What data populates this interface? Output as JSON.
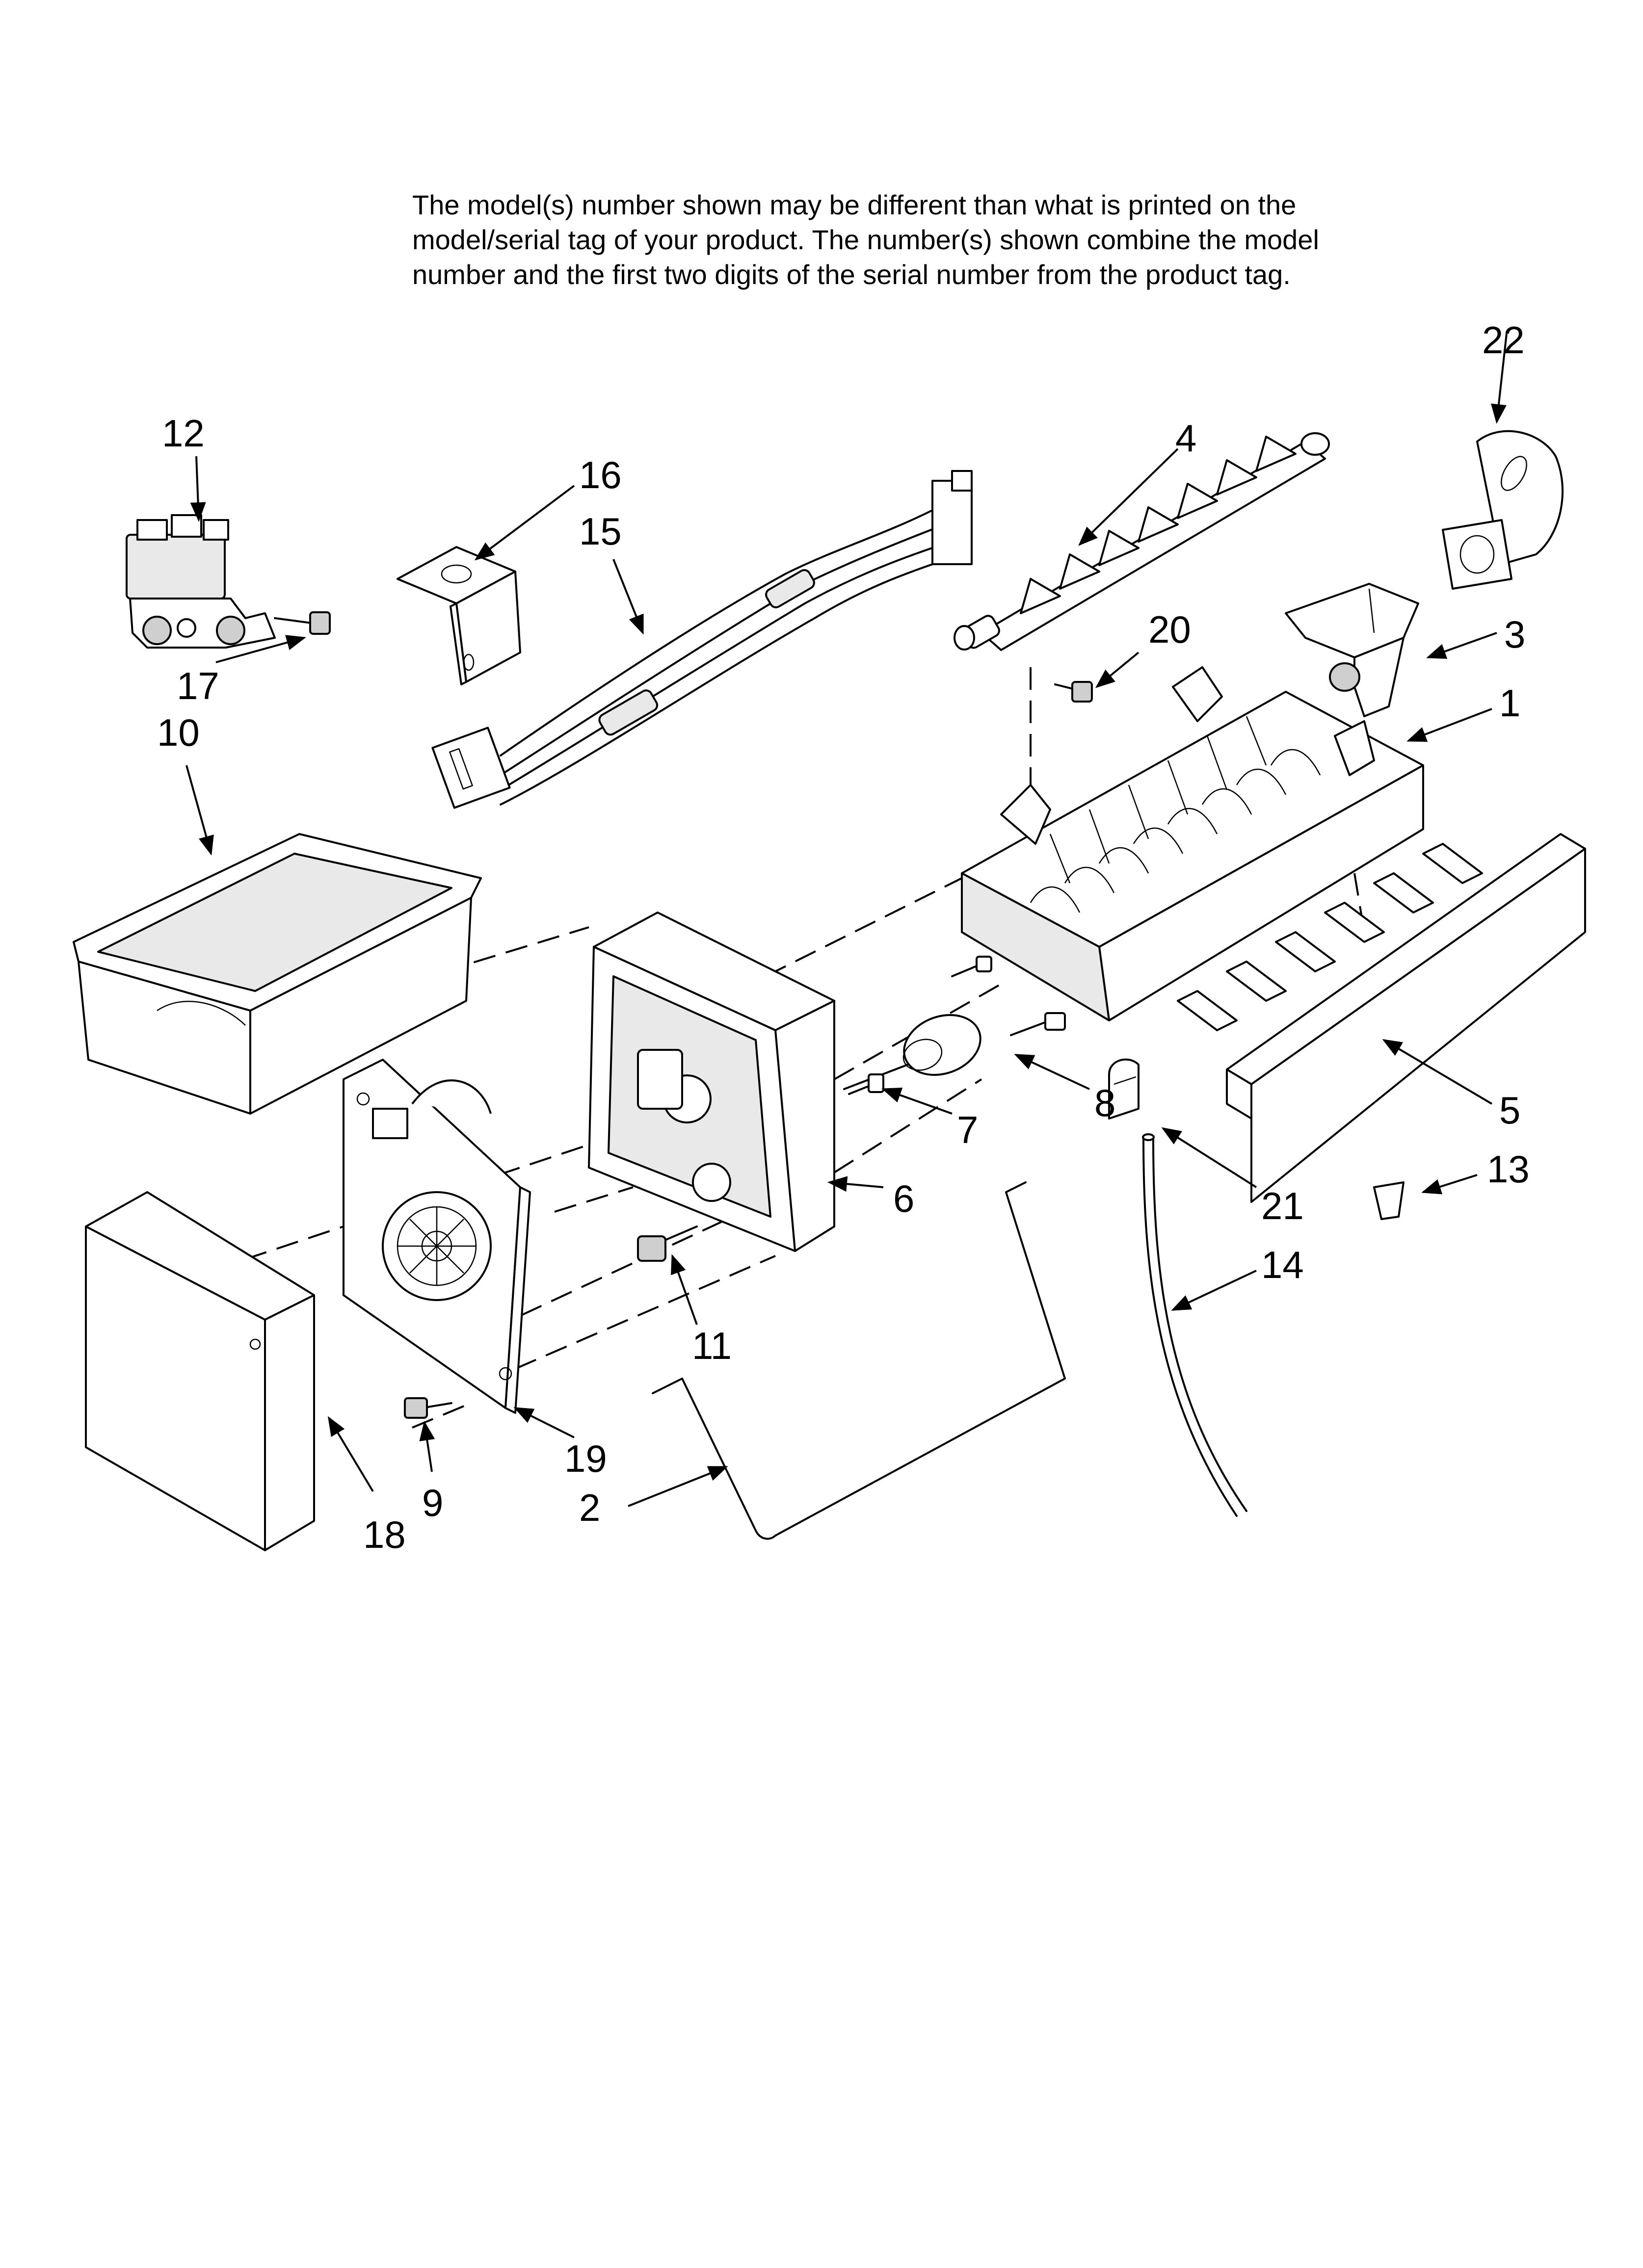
{
  "header": {
    "note_lines": [
      "The model(s) number shown may be different than what is printed on the",
      "model/serial tag of your product. The number(s) shown combine the model",
      "number and the first two digits of the serial number from the product tag."
    ]
  },
  "callouts": [
    "1",
    "2",
    "3",
    "4",
    "5",
    "6",
    "7",
    "8",
    "9",
    "10",
    "11",
    "12",
    "13",
    "14",
    "15",
    "16",
    "17",
    "18",
    "19",
    "20",
    "21",
    "22"
  ]
}
